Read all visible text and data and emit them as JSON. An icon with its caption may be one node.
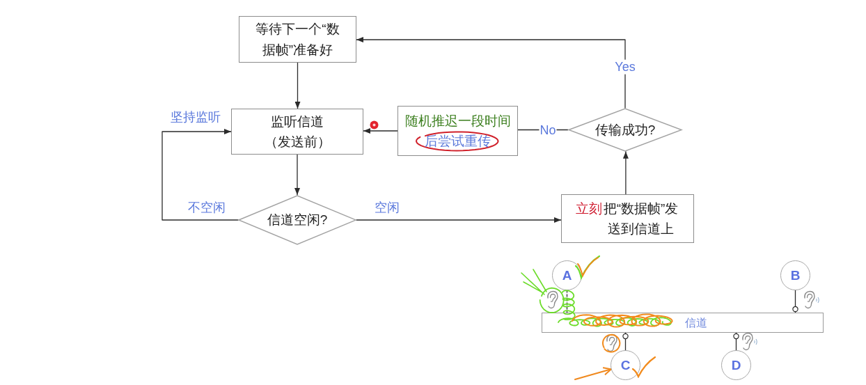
{
  "diagram": {
    "nodes": [
      {
        "text": [
          "等待下一个“数据帧”准备好"
        ]
      },
      {
        "text": [
          "监听信道（发送前）"
        ]
      },
      {
        "text": [
          "随机推迟一段时间",
          "后尝试重传"
        ]
      },
      {
        "text": [
          "传输成功?"
        ]
      },
      {
        "text": [
          "信道空闲?"
        ]
      },
      {
        "text": [
          "立刻",
          "把“数据帧”发送到信道上"
        ]
      },
      {
        "text": [
          "A"
        ]
      },
      {
        "text": [
          "B"
        ]
      },
      {
        "text": [
          "信道"
        ]
      },
      {
        "text": [
          "C"
        ]
      },
      {
        "text": [
          "D"
        ]
      }
    ],
    "edges": [
      {
        "from": 0,
        "to": 1,
        "arrow": "to"
      },
      {
        "from": 1,
        "to": 4,
        "arrow": "to"
      },
      {
        "from": 4,
        "to": 5,
        "arrow": "to",
        "label": "空闲"
      },
      {
        "from": 4,
        "to": 1,
        "arrow": "to",
        "label": "不空闲"
      },
      {
        "from": 5,
        "to": 3,
        "arrow": "to"
      },
      {
        "from": 3,
        "to": 2,
        "arrow": "none",
        "label": "No"
      },
      {
        "from": 2,
        "to": 1,
        "arrow": "to"
      },
      {
        "from": 3,
        "to": 0,
        "arrow": "to",
        "label": "Yes"
      },
      {
        "from": 6,
        "to": 8,
        "arrow": "none",
        "style": "dashed"
      },
      {
        "from": 7,
        "to": 8,
        "arrow": "other"
      },
      {
        "from": 9,
        "to": 8,
        "arrow": "other"
      },
      {
        "from": 10,
        "to": 8,
        "arrow": "other"
      },
      {
        "from": null,
        "to": 9,
        "arrow": "to",
        "color": "#f0891e"
      }
    ],
    "labels": [
      "坚持监听"
    ]
  }
}
